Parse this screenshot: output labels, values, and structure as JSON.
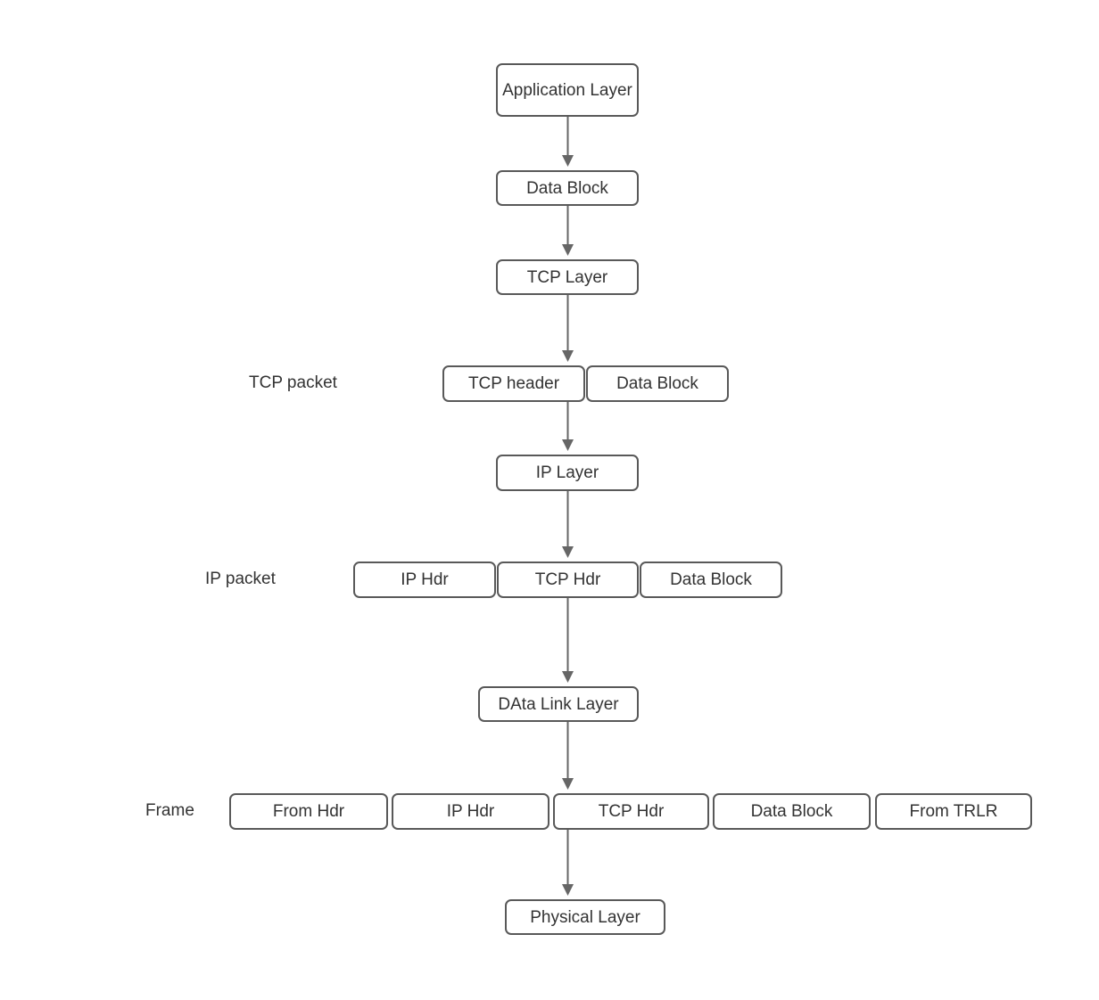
{
  "diagram": {
    "type": "flowchart",
    "background": "#ffffff",
    "colors": {
      "box_border": "#595959",
      "box_fill": "#ffffff",
      "text": "#333333",
      "arrow": "#666666"
    },
    "nodes": {
      "application_layer": "Application Layer",
      "data_block_top": "Data Block",
      "tcp_layer": "TCP Layer",
      "tcp_header": "TCP header",
      "tcp_data_block": "Data Block",
      "ip_layer": "IP Layer",
      "ip_hdr": "IP Hdr",
      "ip_tcp_hdr": "TCP Hdr",
      "ip_data_block": "Data Block",
      "data_link_layer": "DAta Link Layer",
      "frame_from_hdr": "From Hdr",
      "frame_ip_hdr": "IP Hdr",
      "frame_tcp_hdr": "TCP Hdr",
      "frame_data_block": "Data Block",
      "frame_from_trlr": "From TRLR",
      "physical_layer": "Physical Layer"
    },
    "row_labels": {
      "tcp_packet": "TCP packet",
      "ip_packet": "IP packet",
      "frame": "Frame"
    },
    "edges": [
      {
        "from": "Application Layer",
        "to": "Data Block"
      },
      {
        "from": "Data Block",
        "to": "TCP Layer"
      },
      {
        "from": "TCP Layer",
        "to": "TCP packet row"
      },
      {
        "from": "TCP packet row",
        "to": "IP Layer"
      },
      {
        "from": "IP Layer",
        "to": "IP packet row"
      },
      {
        "from": "IP packet row",
        "to": "DAta Link Layer"
      },
      {
        "from": "DAta Link Layer",
        "to": "Frame row"
      },
      {
        "from": "Frame row",
        "to": "Physical Layer"
      }
    ]
  }
}
